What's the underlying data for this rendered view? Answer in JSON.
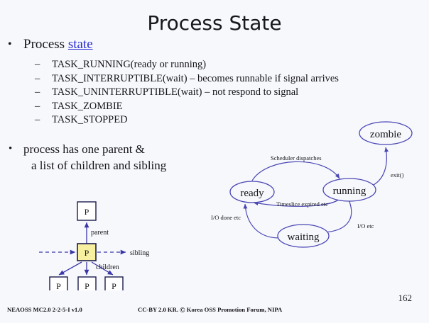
{
  "slide": {
    "title": "Process State",
    "page_number": "162",
    "background_color": "#f7f8fc",
    "accent_color": "#4a46b4",
    "link_color": "#2a2ad0",
    "highlight_color": "#f7f0a0"
  },
  "bullets": {
    "first": {
      "marker": "•",
      "text_before_link": "Process ",
      "link_text": "state"
    },
    "sub_items": [
      {
        "marker": "–",
        "text": "TASK_RUNNING(ready or running)"
      },
      {
        "marker": "–",
        "text": "TASK_INTERRUPTIBLE(wait) – becomes runnable if signal arrives"
      },
      {
        "marker": "–",
        "text": "TASK_UNINTERRUPTIBLE(wait) – not respond to signal"
      },
      {
        "marker": "–",
        "text": "TASK_ZOMBIE"
      },
      {
        "marker": "–",
        "text": "TASK_STOPPED"
      }
    ],
    "second": {
      "marker": "•",
      "line1": "process has one parent &",
      "line2": "a list of children and sibling"
    }
  },
  "tree_diagram": {
    "name": "process-relationship-tree",
    "parent_node_label": "P",
    "self_node_label": "P",
    "child_node_labels": [
      "P",
      "P",
      "P"
    ],
    "edge_labels": {
      "parent": "parent",
      "sibling": "sibling",
      "children": "children"
    }
  },
  "state_diagram": {
    "name": "process-state-machine",
    "states": [
      {
        "id": "ready",
        "label": "ready"
      },
      {
        "id": "running",
        "label": "running"
      },
      {
        "id": "waiting",
        "label": "waiting"
      },
      {
        "id": "zombie",
        "label": "zombie"
      }
    ],
    "transitions": [
      {
        "from": "ready",
        "to": "running",
        "label": "Scheduler dispatches"
      },
      {
        "from": "running",
        "to": "ready",
        "label": "Timeslice expired etc"
      },
      {
        "from": "running",
        "to": "waiting",
        "label": "I/O etc"
      },
      {
        "from": "waiting",
        "to": "ready",
        "label": "I/O  done  etc"
      },
      {
        "from": "running",
        "to": "zombie",
        "label": "exit()"
      }
    ]
  },
  "footer": {
    "left": "NEAOSS MC2.0 2-2-5-I v1.0",
    "license": "CC-BY 2.0 KR.",
    "copyright_mark": "©",
    "organization": "Korea OSS Promotion Forum, NIPA"
  }
}
